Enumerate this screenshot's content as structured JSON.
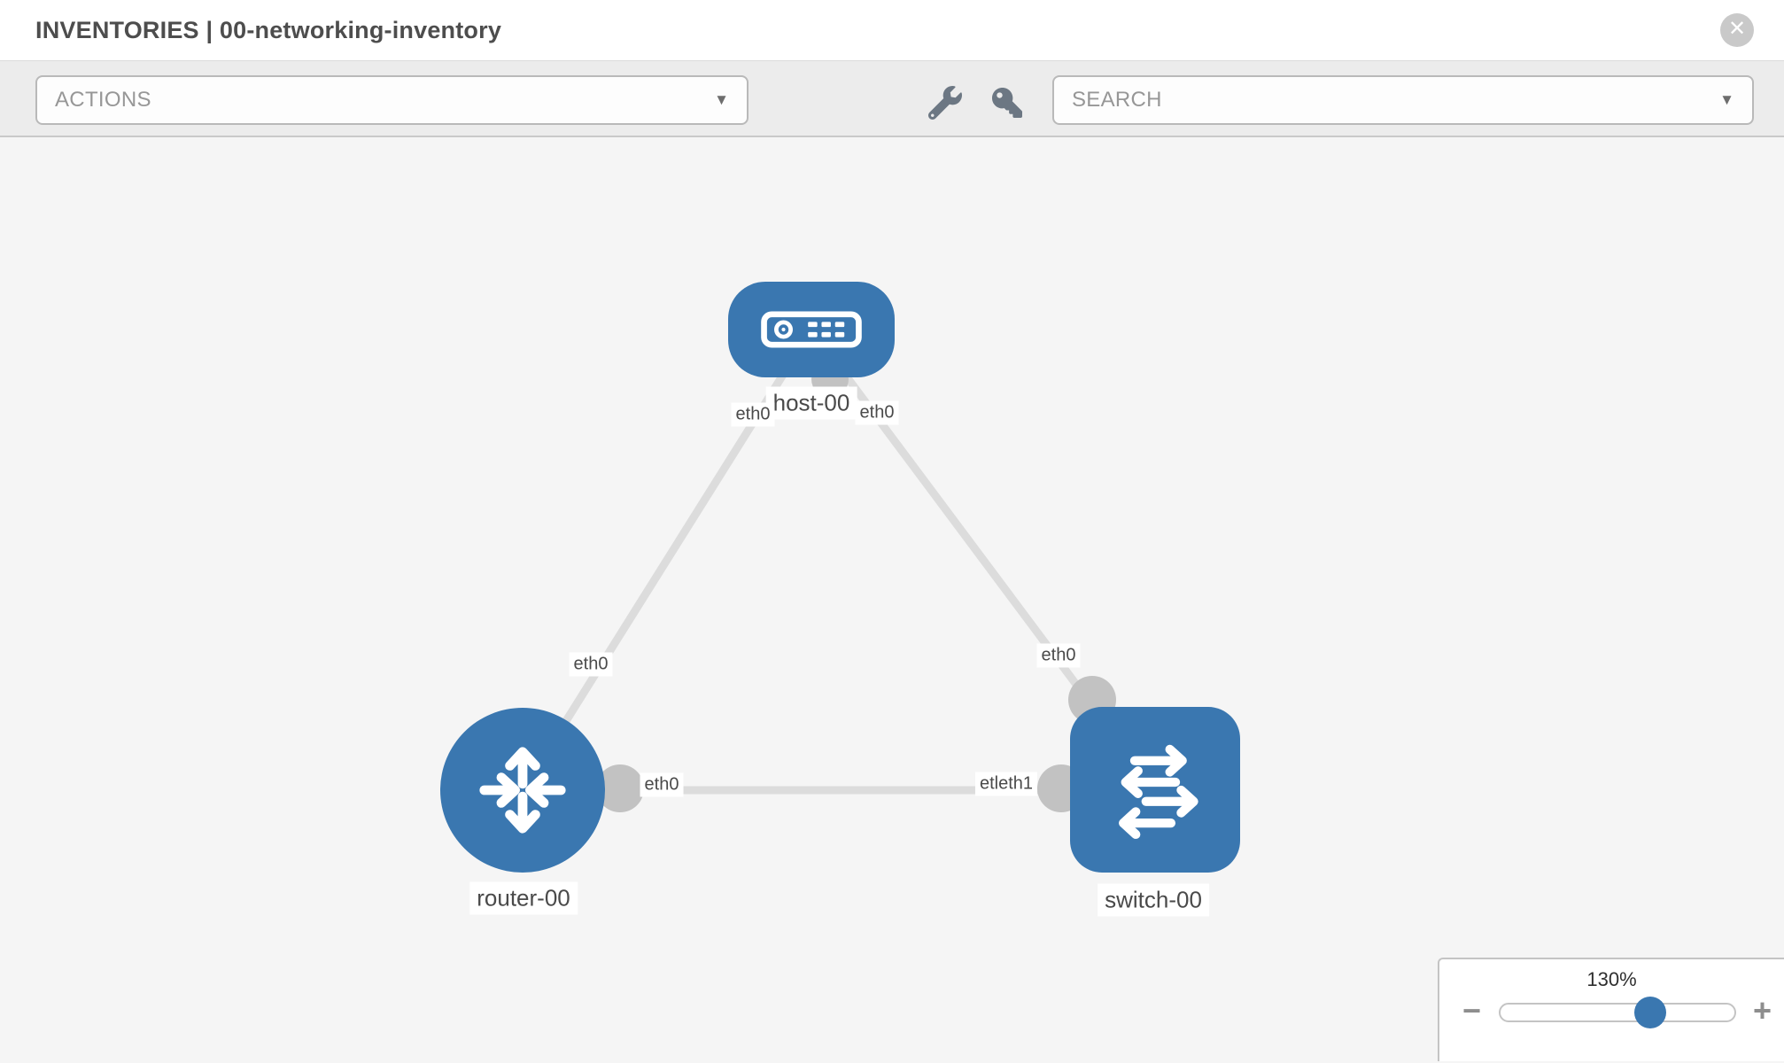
{
  "header": {
    "title": "INVENTORIES | 00-networking-inventory",
    "close_glyph": "✕"
  },
  "toolbar": {
    "actions_label": "ACTIONS",
    "search_placeholder": "SEARCH",
    "caret_glyph": "▼",
    "icons": [
      "wrench-icon",
      "key-icon"
    ]
  },
  "topology": {
    "nodes": [
      {
        "label": "host-00",
        "type": "host"
      },
      {
        "label": "router-00",
        "type": "router"
      },
      {
        "label": "switch-00",
        "type": "switch"
      }
    ],
    "interface_labels": [
      {
        "text": "eth0"
      },
      {
        "text": "eth0"
      },
      {
        "text": "eth0"
      },
      {
        "text": "eth0"
      },
      {
        "text": "eth0"
      },
      {
        "text": "etleth1"
      }
    ],
    "edges": [
      {
        "from": "host-00",
        "to": "router-00"
      },
      {
        "from": "host-00",
        "to": "switch-00"
      },
      {
        "from": "router-00",
        "to": "switch-00"
      }
    ]
  },
  "zoom_control": {
    "value": "130%",
    "minus_glyph": "−",
    "plus_glyph": "+",
    "slider_percent": 64
  },
  "colors": {
    "node_blue": "#3a77b0",
    "edge_gray": "#dcdcdc",
    "port_gray": "#c2c2c2",
    "toolbar_gray": "#ececec",
    "canvas_gray": "#f5f5f5"
  }
}
